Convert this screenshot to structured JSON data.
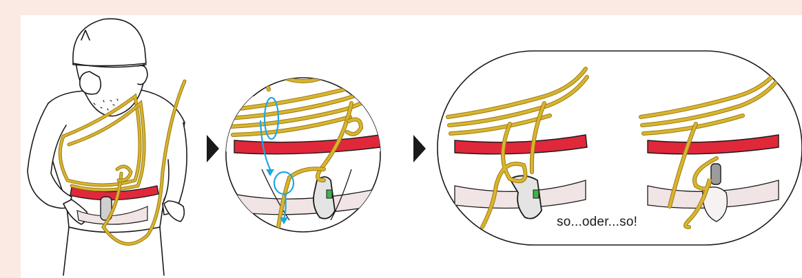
{
  "caption": "so...oder...so!",
  "colors": {
    "background": "#fbe9e4",
    "panel": "#ffffff",
    "rope": "#d9b52e",
    "rope_dark": "#9a7a14",
    "harness_red": "#e0283a",
    "arrow_blue": "#1ea7e1",
    "outline": "#1a1a1a"
  },
  "icons": [
    "climber-figure",
    "arrow-right-icon",
    "knot-detail-circle",
    "knot-result-oval"
  ]
}
